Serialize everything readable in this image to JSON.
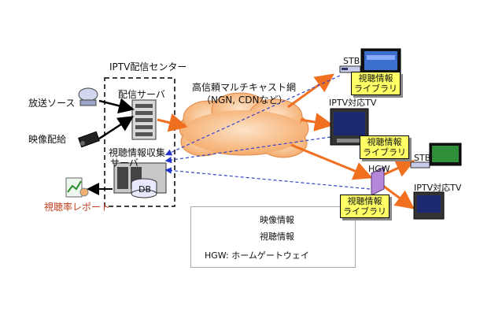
{
  "labels": {
    "center_title": "IPTV配信センター",
    "broadcast_source": "放送ソース",
    "video_distribution": "映像配給",
    "delivery_server": "配信サーバ",
    "collection_server_line1": "視聴情報収集",
    "collection_server_line2": "サーバ",
    "db": "DB",
    "ratings_report": "視聴率レポート",
    "network_line1": "高信頼マルチキャスト網",
    "network_line2": "（NGN, CDNなど）",
    "stb_top": "STB",
    "iptv_tv_mid": "IPTV対応TV",
    "hgw": "HGW",
    "stb_right": "STB",
    "iptv_tv_right": "IPTV対応TV"
  },
  "library_tags": [
    {
      "line1": "視聴情報",
      "line2": "ライブラリ"
    },
    {
      "line1": "視聴情報",
      "line2": "ライブラリ"
    },
    {
      "line1": "視聴情報",
      "line2": "ライブラリ"
    }
  ],
  "legend": {
    "video_info": "映像情報",
    "viewing_info": "視聴情報",
    "hgw_note": "HGW: ホームゲートウェイ"
  },
  "colors": {
    "video_arrow": "#f07020",
    "viewing_arrow": "#3344cc",
    "cloud_fill": "#f7b27a",
    "tag_fill": "#ffff66",
    "report_text": "#c04020"
  }
}
